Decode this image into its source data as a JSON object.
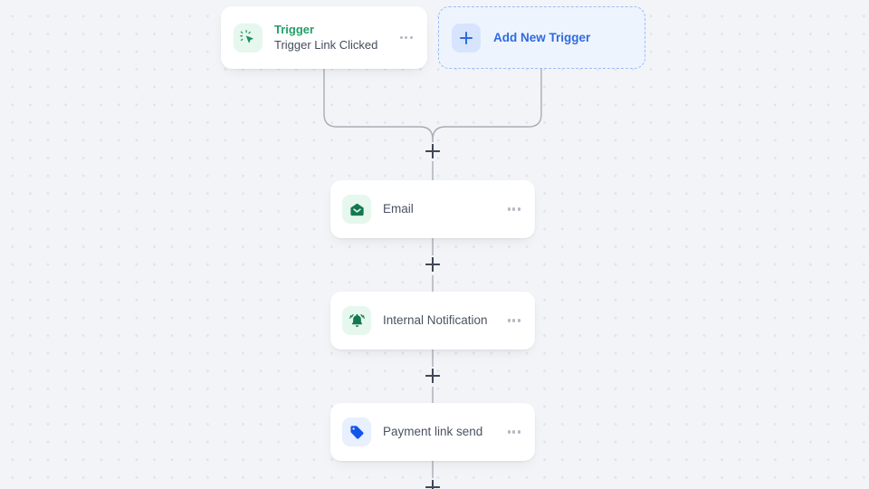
{
  "canvas": {
    "background_color": "#f2f4f7",
    "dot_color": "#e2e4e9",
    "connector_color": "#a9adb6"
  },
  "trigger": {
    "title": "Trigger",
    "subtitle": "Trigger Link Clicked",
    "title_color": "#23a06a",
    "icon": "cursor-click-icon",
    "icon_color": "#1f8f62",
    "icon_bg": "#e6f7ee",
    "menu": "more-options-icon"
  },
  "add_trigger": {
    "label": "Add New Trigger",
    "icon": "plus-icon",
    "accent_color": "#2f6adf",
    "background_color": "#eef4fe",
    "border_color": "#9dbdf5"
  },
  "steps": [
    {
      "label": "Email",
      "icon": "open-envelope-icon",
      "icon_color": "#13784f",
      "icon_bg": "#e6f7ee",
      "menu": "more-options-icon"
    },
    {
      "label": "Internal Notification",
      "icon": "bell-ringing-icon",
      "icon_color": "#13784f",
      "icon_bg": "#e6f7ee",
      "menu": "more-options-icon"
    },
    {
      "label": "Payment link send",
      "icon": "price-tag-icon",
      "icon_color": "#1155ea",
      "icon_bg": "#e8effe",
      "menu": "more-options-icon"
    }
  ],
  "add_step_buttons": [
    {
      "name": "add-step-after-trigger"
    },
    {
      "name": "add-step-after-email"
    },
    {
      "name": "add-step-after-internal-notification"
    },
    {
      "name": "add-step-after-payment-link-send"
    }
  ]
}
